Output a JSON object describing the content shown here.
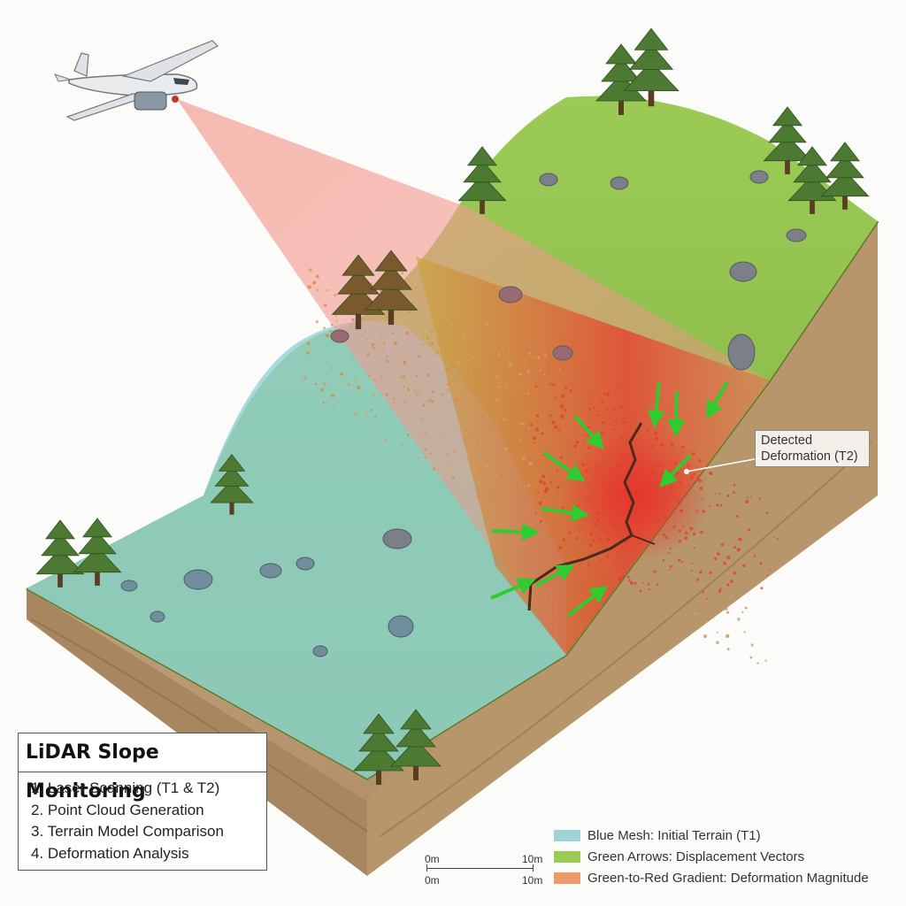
{
  "title": "LiDAR Slope Monitoring",
  "steps": [
    "1. Laser Scanning (T1 & T2)",
    "2. Point Cloud Generation",
    "3. Terrain Model Comparison",
    "4. Deformation Analysis"
  ],
  "callout": {
    "line1": "Detected",
    "line2": "Deformation (T2)"
  },
  "legend": [
    {
      "label": "Blue Mesh: Initial Terrain (T1)",
      "color": "#9fd3d6"
    },
    {
      "label": "Green Arrows: Displacement Vectors",
      "color": "#9ccb55"
    },
    {
      "label": "Green-to-Red Gradient: Deformation Magnitude",
      "color": "#ec9a6a"
    }
  ],
  "scale_bar": {
    "top_start": "0m",
    "top_end": "10m",
    "bottom_start": "0m",
    "bottom_end": "10m"
  },
  "colors": {
    "laser_beam": "#f08a80",
    "terrain_grass": "#86b84a",
    "initial_mesh": "#8fd0d6",
    "soil": "#b99a73",
    "displacement_arrow": "#2ecc2e",
    "deformation_hot": "#e8392a"
  }
}
